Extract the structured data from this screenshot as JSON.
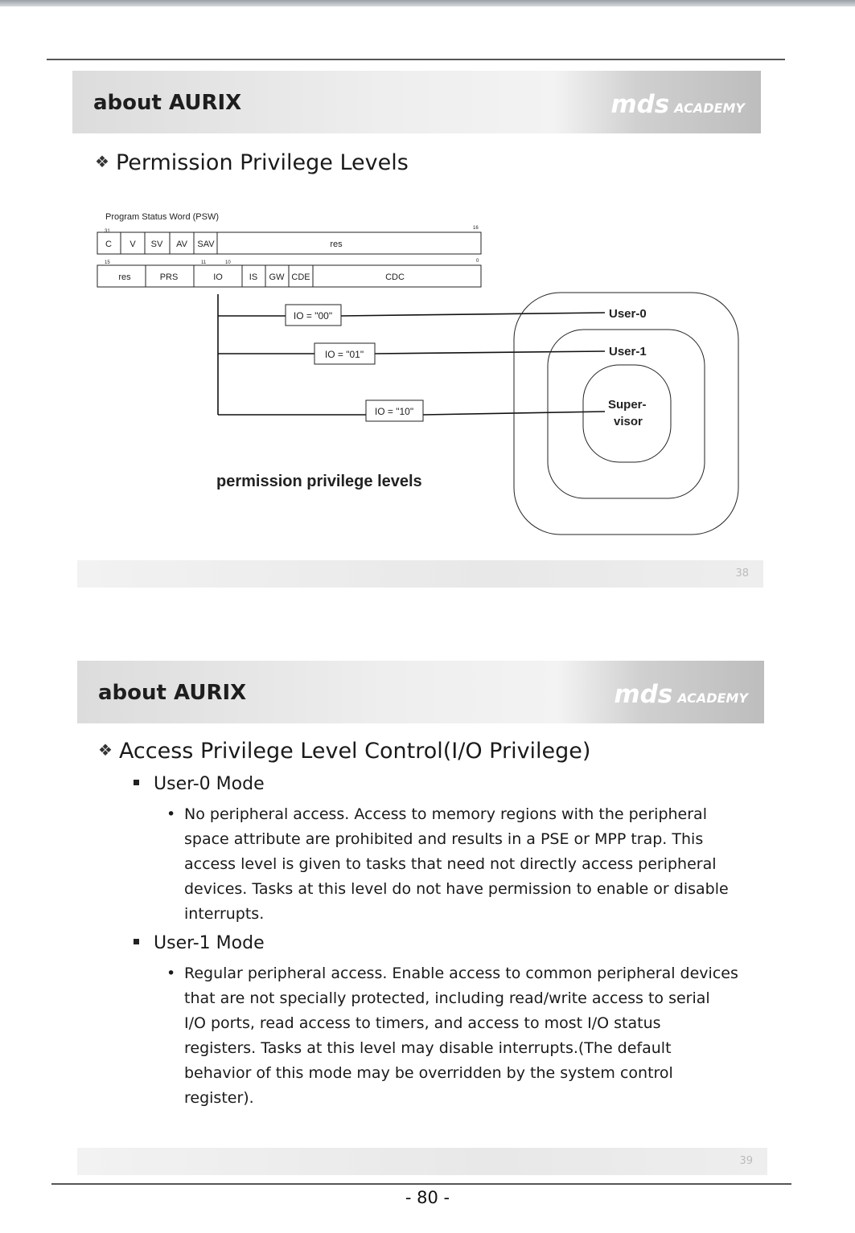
{
  "slide1": {
    "header_title": "about AURIX",
    "brand_main": "mds",
    "brand_sub": "ACADEMY",
    "section_title": "Permission Privilege Levels",
    "psw_title": "Program Status Word (PSW)",
    "bit_labels": [
      "31",
      "16",
      "15",
      "11",
      "10",
      "0"
    ],
    "psw_row_upper": [
      "C",
      "V",
      "SV",
      "AV",
      "SAV",
      "res"
    ],
    "psw_row_lower": [
      "res",
      "PRS",
      "IO",
      "IS",
      "GW",
      "CDE",
      "CDC"
    ],
    "io_values": [
      "IO = \"00\"",
      "IO = \"01\"",
      "IO = \"10\""
    ],
    "levels": [
      "User-0",
      "User-1",
      "Super-",
      "visor"
    ],
    "caption": "permission privilege levels",
    "slide_number": "38"
  },
  "slide2": {
    "header_title": "about AURIX",
    "brand_main": "mds",
    "brand_sub": "ACADEMY",
    "section_title": "Access Privilege Level Control(I/O Privilege)",
    "modes": [
      {
        "name": "User-0 Mode",
        "lines": [
          "No peripheral access. Access to memory regions with the peripheral",
          "space attribute are prohibited and results in a PSE or MPP trap. This",
          "access level is given to tasks that need not directly access peripheral",
          "devices. Tasks at this level do not have permission to enable or disable",
          "interrupts."
        ]
      },
      {
        "name": "User-1 Mode",
        "lines": [
          "Regular peripheral access. Enable access to common peripheral devices",
          "that are not specially protected, including read/write access to serial",
          "I/O ports, read access to timers, and access to most I/O status",
          "registers. Tasks at this level may disable interrupts.(The default",
          "behavior of this mode may be overridden by the system control",
          "register)."
        ]
      }
    ],
    "slide_number": "39"
  },
  "page_number": "- 80 -"
}
